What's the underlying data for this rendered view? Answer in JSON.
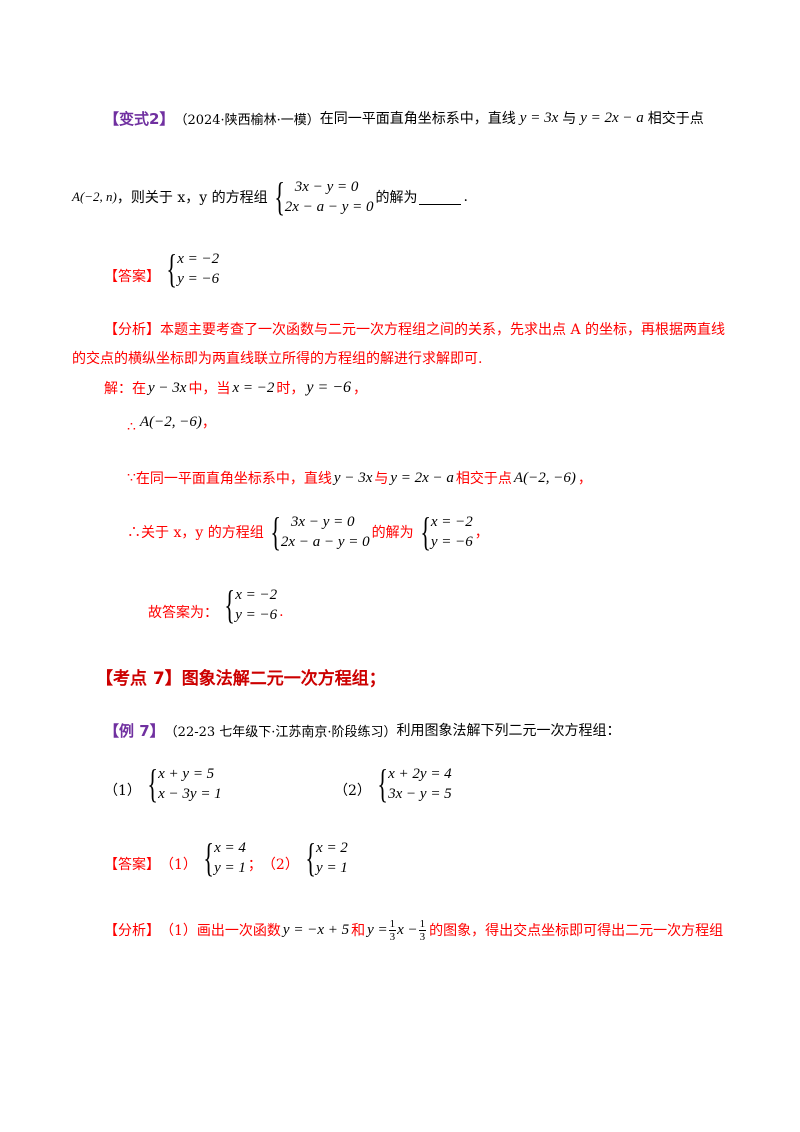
{
  "variant2": {
    "tag": "【变式2】",
    "source": "（2024·陕西榆林·一模）",
    "text1": "在同一平面直角坐标系中，直线",
    "eq1": "y = 3x",
    "and": "与",
    "eq2": "y = 2x − a",
    "text2": "相交于点",
    "point": "A(−2, n)",
    "text3": "，则关于 x，y 的方程组",
    "sys_l1": "3x − y = 0",
    "sys_l2": "2x − a − y = 0",
    "text4": "的解为",
    "text5": "."
  },
  "answer1": {
    "label": "【答案】",
    "l1": "x = −2",
    "l2": "y = −6"
  },
  "analysis1": {
    "label": "【分析】",
    "line1": "本题主要考查了一次函数与二元一次方程组之间的关系，先求出点 A 的坐标，再根据两直线",
    "line2": "的交点的横纵坐标即为两直线联立所得的方程组的解进行求解即可."
  },
  "solution": {
    "s1_prefix": "解：在",
    "s1_eq": "y − 3x",
    "s1_mid": "中，当",
    "s1_x": "x = −2",
    "s1_time": "时，",
    "s1_y": "y = −6",
    "s1_end": "，",
    "s2_sym": "∴",
    "s2_point": "A(−2, −6)",
    "s2_end": "，",
    "s3_sym": "∵",
    "s3_text": "在同一平面直角坐标系中，直线",
    "s3_eq1": "y − 3x",
    "s3_and": "与",
    "s3_eq2": "y = 2x − a",
    "s3_text2": "相交于点",
    "s3_point": "A(−2, −6)",
    "s3_end": "，",
    "s4_text": "∴关于 x，y 的方程组",
    "s4_l1": "3x − y = 0",
    "s4_l2": "2x − a − y = 0",
    "s4_mid": "的解为",
    "s4_r1": "x = −2",
    "s4_r2": "y = −6",
    "s4_end": "，",
    "s5_text": "故答案为：",
    "s5_r1": "x = −2",
    "s5_r2": "y = −6",
    "s5_end": "."
  },
  "section7": {
    "title": "【考点 7】图象法解二元一次方程组；"
  },
  "example7": {
    "tag": "【例 7】",
    "source": "（22-23 七年级下·江苏南京·阶段练习）",
    "text": "利用图象法解下列二元一次方程组：",
    "p1_label": "（1）",
    "p1_l1": "x + y = 5",
    "p1_l2": "x − 3y = 1",
    "p2_label": "（2）",
    "p2_l1": "x + 2y = 4",
    "p2_l2": "3x − y = 5"
  },
  "answer7": {
    "label": "【答案】",
    "a1_label": "（1）",
    "a1_l1": "x = 4",
    "a1_l2": "y = 1",
    "sep": "；",
    "a2_label": "（2）",
    "a2_l1": "x = 2",
    "a2_l2": "y = 1"
  },
  "analysis7": {
    "label": "【分析】",
    "text1": "（1）画出一次函数",
    "eq1": "y = −x + 5",
    "and": "和",
    "y_eq": "y =",
    "f1_num": "1",
    "f1_den": "3",
    "x_minus": "x −",
    "f2_num": "1",
    "f2_den": "3",
    "text2": "的图象，得出交点坐标即可得出二元一次方程组"
  }
}
